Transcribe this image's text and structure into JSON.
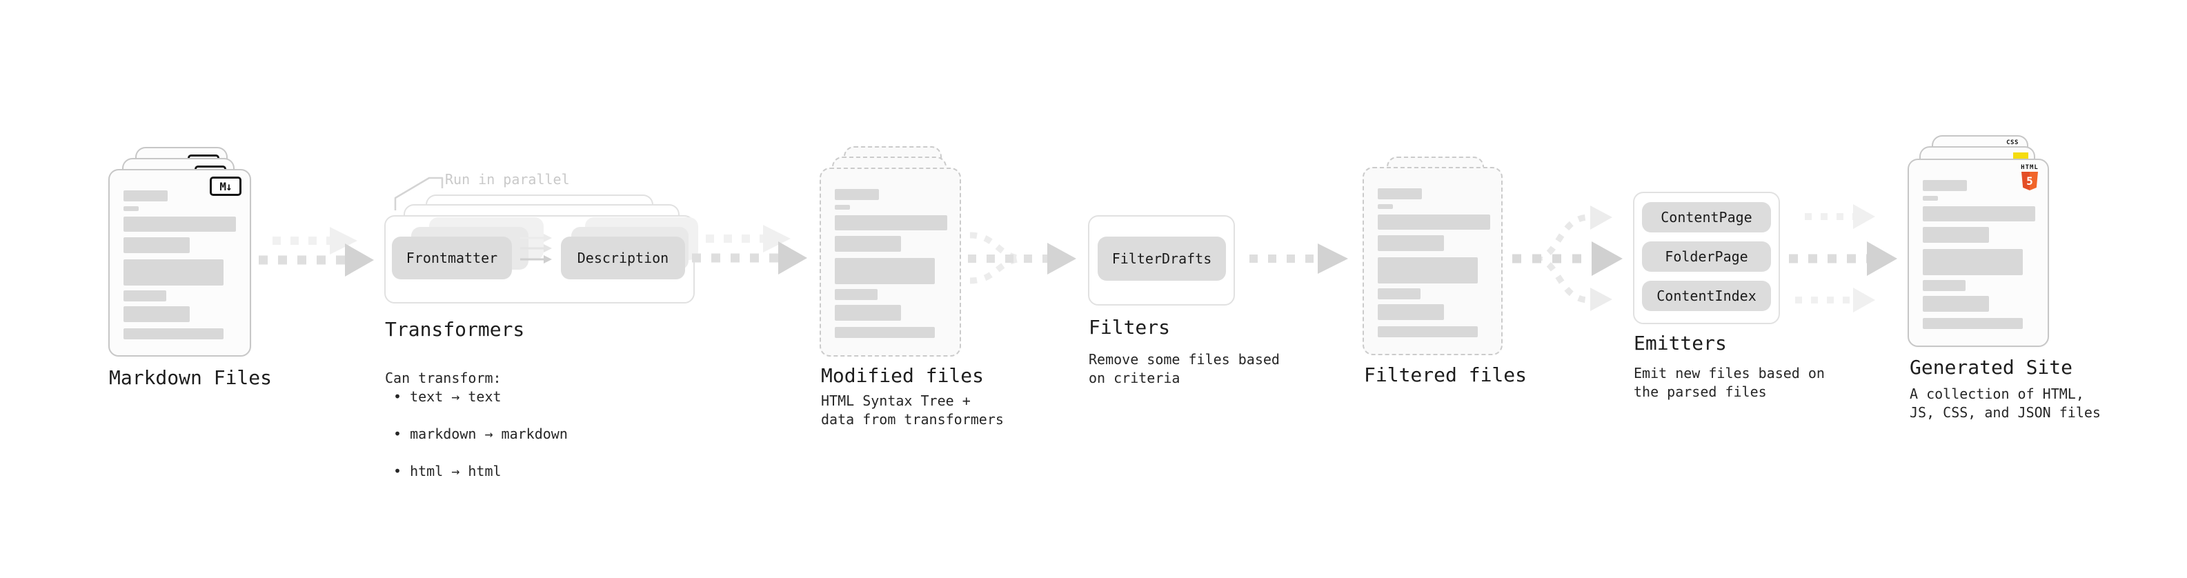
{
  "stages": {
    "markdown_files": {
      "label": "Markdown Files",
      "badge": "M↓"
    },
    "transformers": {
      "label": "Transformers",
      "callout": "Run in parallel",
      "box1": "Frontmatter",
      "box2": "Description",
      "desc_title": "Can transform:",
      "bullets": [
        "• text → text",
        "• markdown → markdown",
        "• html → html"
      ]
    },
    "modified_files": {
      "label": "Modified files",
      "desc": "HTML Syntax Tree +\ndata from transformers"
    },
    "filters": {
      "label": "Filters",
      "box": "FilterDrafts",
      "desc": "Remove some files based\non criteria"
    },
    "filtered_files": {
      "label": "Filtered files"
    },
    "emitters": {
      "label": "Emitters",
      "boxes": [
        "ContentPage",
        "FolderPage",
        "ContentIndex"
      ],
      "desc": "Emit new files based on\nthe parsed files"
    },
    "generated_site": {
      "label": "Generated Site",
      "desc": "A collection of HTML,\nJS, CSS, and JSON files",
      "css_badge": "CSS",
      "html_badge_title": "HTML",
      "html_badge_number": "5"
    }
  },
  "colors": {
    "html5_orange_left": "#E44D26",
    "html5_orange_right": "#F16529",
    "css_blue": "#2962EA",
    "js_yellow": "#F5DC0F"
  }
}
